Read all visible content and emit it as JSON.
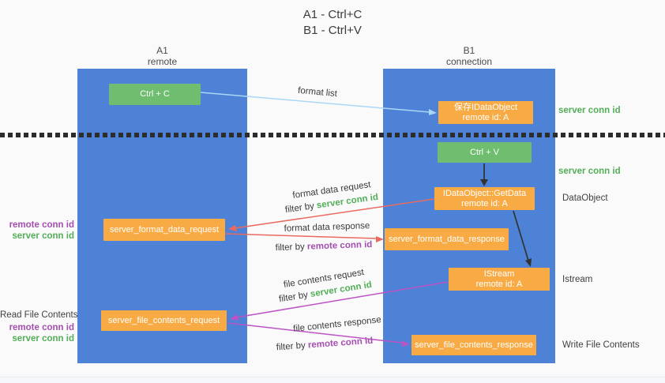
{
  "title": {
    "line1": "A1 - Ctrl+C",
    "line2": "B1 - Ctrl+V"
  },
  "columns": {
    "left": {
      "id": "A1",
      "subtitle": "remote"
    },
    "right": {
      "id": "B1",
      "subtitle": "connection"
    }
  },
  "nodes": {
    "ctrl_c": {
      "label": "Ctrl + C"
    },
    "ctrl_v": {
      "label": "Ctrl + V"
    },
    "save_idataobject": {
      "line1": "保存IDataObject",
      "line2": "remote id: A"
    },
    "idataobject_getdata": {
      "line1": "IDataObject::GetData",
      "line2": "remote id: A"
    },
    "istream": {
      "line1": "IStream",
      "line2": "remote id: A"
    },
    "server_format_data_request": {
      "label": "server_format_data_request"
    },
    "server_format_data_response": {
      "label": "server_format_data_response"
    },
    "server_file_contents_request": {
      "label": "server_file_contents_request"
    },
    "server_file_contents_response": {
      "label": "server_file_contents_response"
    }
  },
  "arrows": {
    "format_list": {
      "label": "format list"
    },
    "format_data_request": {
      "label": "format data request",
      "filter_prefix": "filter by ",
      "filter_key": "server conn id"
    },
    "format_data_response": {
      "label": "format data response",
      "filter_prefix": "filter by ",
      "filter_key": "remote conn id"
    },
    "file_contents_request": {
      "label": "file contents request",
      "filter_prefix": "filter by ",
      "filter_key": "server conn id"
    },
    "file_contents_response": {
      "label": "file contents response",
      "filter_prefix": "filter by ",
      "filter_key": "remote conn id"
    }
  },
  "side_labels": {
    "right_save_conn": "server conn id",
    "right_ctrlv_conn": "server conn id",
    "right_dataobject": "DataObject",
    "right_istream": "Istream",
    "right_write": "Write File Contents",
    "left_format_remote": "remote conn id",
    "left_format_server": "server conn id",
    "left_read_title": "Read File Contents",
    "left_file_remote": "remote conn id",
    "left_file_server": "server conn id"
  },
  "colors": {
    "lane_blue": "#4d82d6",
    "node_green": "#6fbd6f",
    "node_orange": "#f8ab45",
    "key_green": "#53ae58",
    "key_purple": "#a44fb0",
    "arrow_red": "#e96a60",
    "arrow_magenta": "#bd54c6",
    "arrow_lightblue": "#abd7f6",
    "arrow_black": "#333333"
  }
}
